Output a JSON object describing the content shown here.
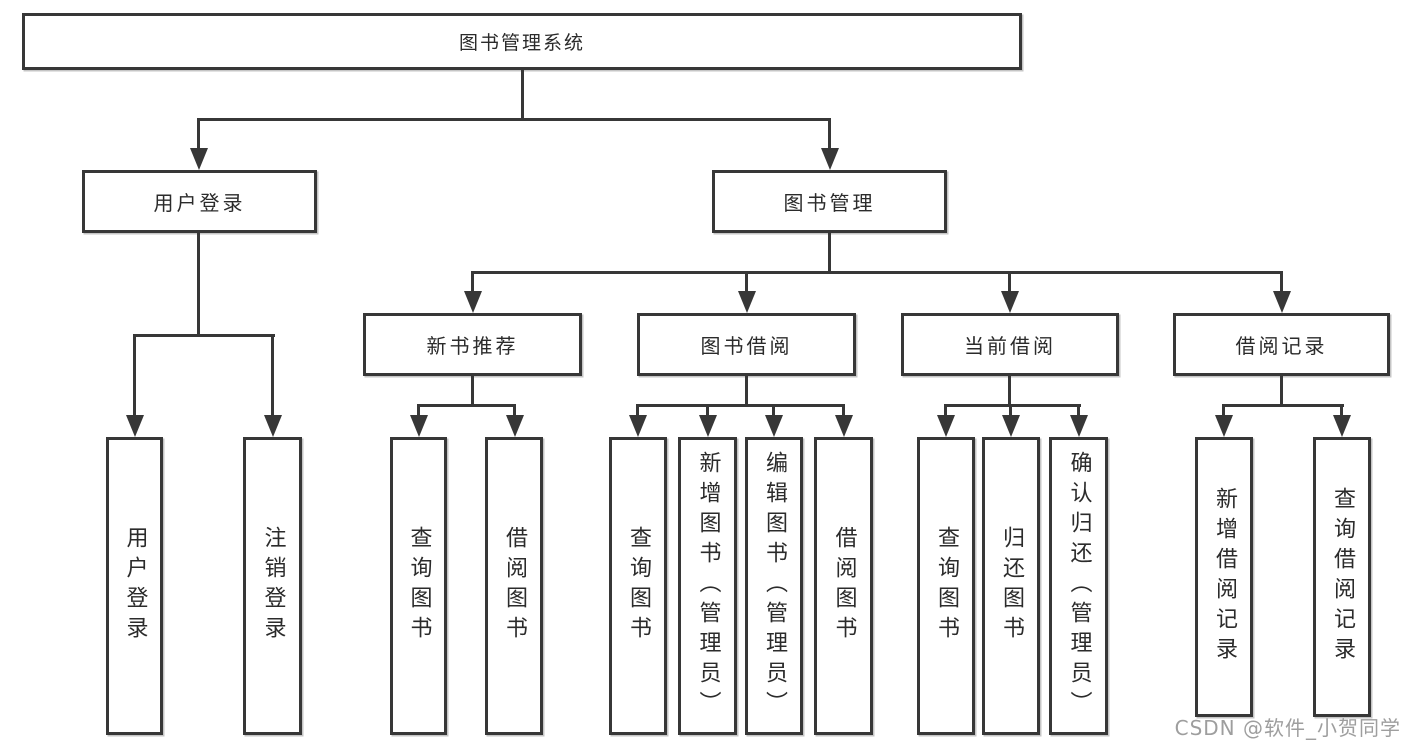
{
  "diagram": {
    "root": {
      "label": "图书管理系统",
      "children": [
        {
          "label": "用户登录",
          "children": [
            {
              "label": "用户登录"
            },
            {
              "label": "注销登录"
            }
          ]
        },
        {
          "label": "图书管理",
          "children": [
            {
              "label": "新书推荐",
              "children": [
                {
                  "label": "查询图书"
                },
                {
                  "label": "借阅图书"
                }
              ]
            },
            {
              "label": "图书借阅",
              "children": [
                {
                  "label": "查询图书"
                },
                {
                  "label": "新增图书（管理员）"
                },
                {
                  "label": "编辑图书（管理员）"
                },
                {
                  "label": "借阅图书"
                }
              ]
            },
            {
              "label": "当前借阅",
              "children": [
                {
                  "label": "查询图书"
                },
                {
                  "label": "归还图书"
                },
                {
                  "label": "确认归还（管理员）"
                }
              ]
            },
            {
              "label": "借阅记录",
              "children": [
                {
                  "label": "新增借阅记录"
                },
                {
                  "label": "查询借阅记录"
                }
              ]
            }
          ]
        }
      ]
    }
  },
  "watermark": {
    "text": "CSDN @软件_小贺同学"
  },
  "colors": {
    "line": "#373737",
    "text": "#2b2b2b",
    "box_background": "#ffffff",
    "page_background": "#ffffff",
    "watermark": "#9e9e9e"
  }
}
